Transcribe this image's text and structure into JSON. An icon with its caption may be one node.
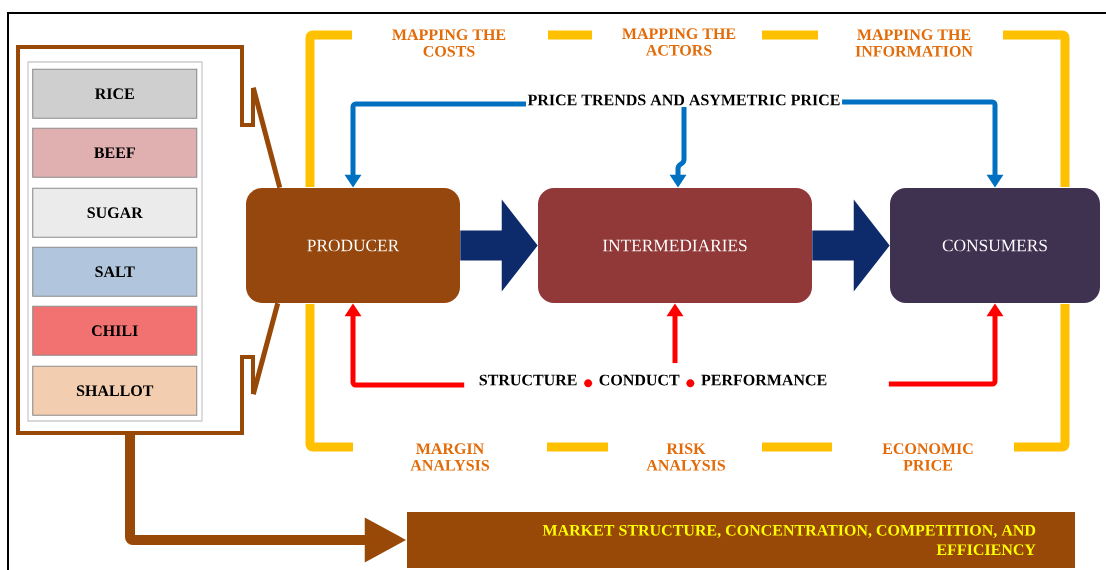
{
  "diagram": {
    "nodes": [
      {
        "text": [],
        "shape": "box"
      },
      {
        "text": [
          "RICE"
        ],
        "in": 0
      },
      {
        "text": [
          "BEEF"
        ],
        "in": 0
      },
      {
        "text": [
          "SUGAR"
        ],
        "in": 0
      },
      {
        "text": [
          "SALT"
        ],
        "in": 0
      },
      {
        "text": [
          "CHILI"
        ],
        "in": 0
      },
      {
        "text": [
          "SHALLOT"
        ],
        "in": 0
      },
      {
        "text": [
          "PRODUCER"
        ]
      },
      {
        "text": [
          "INTERMEDIARIES"
        ]
      },
      {
        "text": [
          "CONSUMERS"
        ]
      },
      {
        "text": [
          "PRICE TRENDS AND ASYMETRIC PRICE"
        ]
      },
      {
        "text": [
          "STRUCTURE",
          "CONDUCT",
          "PERFORMANCE"
        ]
      },
      {
        "text": [
          "MARKET STRUCTURE, CONCENTRATION, COMPETITION, AND EFFICIENCY"
        ]
      }
    ],
    "edges": [
      {
        "from": 0,
        "to": 7,
        "arrow": "none",
        "color": "#984807"
      },
      {
        "from": 0,
        "to": 7,
        "arrow": "none",
        "color": "#984807"
      },
      {
        "from": 0,
        "to": 12,
        "arrow": "to",
        "style": "thick",
        "color": "#984807"
      },
      {
        "from": 7,
        "to": 8,
        "arrow": "to",
        "style": "thick",
        "color": "#0d2a6b"
      },
      {
        "from": 8,
        "to": 9,
        "arrow": "to",
        "style": "thick",
        "color": "#0d2a6b"
      },
      {
        "from": 10,
        "to": 7,
        "arrow": "to",
        "color": "#0070c0"
      },
      {
        "from": 10,
        "to": 8,
        "arrow": "to",
        "color": "#0070c0"
      },
      {
        "from": 10,
        "to": 9,
        "arrow": "to",
        "color": "#0070c0"
      },
      {
        "from": 11,
        "to": 7,
        "arrow": "to",
        "color": "#ff0000"
      },
      {
        "from": 11,
        "to": 8,
        "arrow": "to",
        "color": "#ff0000"
      },
      {
        "from": 11,
        "to": 9,
        "arrow": "to",
        "color": "#ff0000"
      }
    ],
    "labels": [
      "MAPPING THE COSTS",
      "MAPPING THE ACTORS",
      "MAPPING THE INFORMATION",
      "MARGIN ANALYSIS",
      "RISK ANALYSIS",
      "ECONOMIC PRICE"
    ]
  }
}
